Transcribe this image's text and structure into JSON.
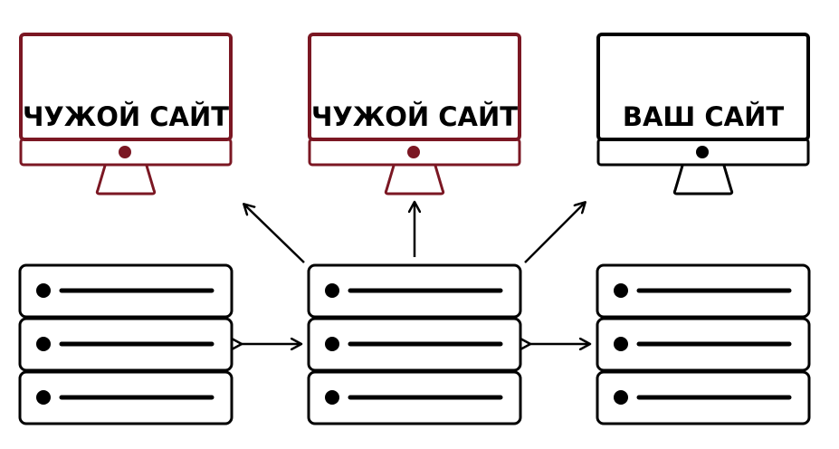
{
  "colors": {
    "foreign_site": "#7b1723",
    "own_site": "#000000",
    "line": "#000000",
    "background": "#ffffff"
  },
  "monitors": [
    {
      "label": "ЧУЖОЙ САЙТ",
      "kind": "foreign",
      "icon": "monitor-icon"
    },
    {
      "label": "ЧУЖОЙ САЙТ",
      "kind": "foreign",
      "icon": "monitor-icon"
    },
    {
      "label": "ВАШ САЙТ",
      "kind": "own",
      "icon": "monitor-icon"
    }
  ],
  "server_stacks": [
    {
      "units": 3,
      "icon": "server-rack-icon"
    },
    {
      "units": 3,
      "icon": "server-rack-icon"
    },
    {
      "units": 3,
      "icon": "server-rack-icon"
    }
  ],
  "connections": {
    "horizontal": [
      "double-arrow-icon",
      "double-arrow-icon"
    ],
    "upward": [
      "arrow-up-left-icon",
      "arrow-up-icon",
      "arrow-up-right-icon"
    ]
  }
}
